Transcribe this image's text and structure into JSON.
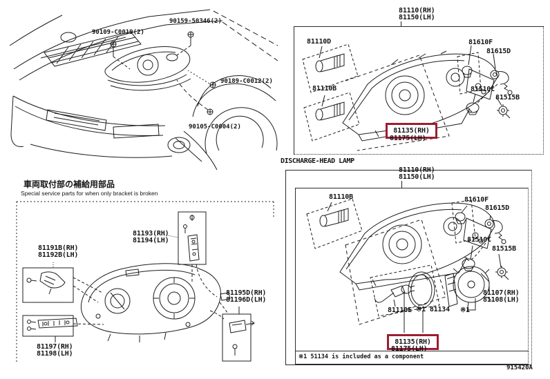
{
  "app": {
    "diagram_code": "915420A",
    "highlight_color": "#9e1b32"
  },
  "car_section": {
    "bolt_labels": [
      {
        "part": "90109-C0019(2)"
      },
      {
        "part": "90159-50346(2)"
      },
      {
        "part": "90189-C0012(2)"
      },
      {
        "part": "90105-C0004(2)"
      }
    ]
  },
  "halogen_section": {
    "title": {
      "rh": "81110(RH)",
      "lh": "81150(LH)"
    },
    "callouts": [
      {
        "part": "81110D"
      },
      {
        "part": "81610F"
      },
      {
        "part": "81615D"
      },
      {
        "part": "81110B"
      },
      {
        "part": "81510C"
      },
      {
        "part": "81515B"
      }
    ],
    "highlight": {
      "rh": "81135(RH)",
      "lh": "81175(LH)"
    }
  },
  "discharge_section": {
    "caption": "DISCHARGE-HEAD LAMP",
    "title": {
      "rh": "81110(RH)",
      "lh": "81150(LH)"
    },
    "callouts": [
      {
        "part": "81110B"
      },
      {
        "part": "81610F"
      },
      {
        "part": "81615D"
      },
      {
        "part": "81510C"
      },
      {
        "part": "81515B"
      },
      {
        "part": "81110E"
      },
      {
        "part": "※1 81134"
      },
      {
        "part": "※1"
      }
    ],
    "combo": {
      "rh": "81107(RH)",
      "lh": "81108(LH)"
    },
    "highlight": {
      "rh": "81135(RH)",
      "lh": "81175(LH)"
    },
    "footnote": "※1 51134 is included as a component"
  },
  "bracket_section": {
    "title_jp": "車両取付部の補給用部品",
    "title_en": "Special service parts for when only bracket is broken",
    "callouts": [
      {
        "rh": "81191B(RH)",
        "lh": "81192B(LH)"
      },
      {
        "rh": "81193(RH)",
        "lh": "81194(LH)"
      },
      {
        "rh": "81195D(RH)",
        "lh": "81196D(LH)"
      },
      {
        "rh": "81197(RH)",
        "lh": "81198(LH)"
      }
    ]
  }
}
